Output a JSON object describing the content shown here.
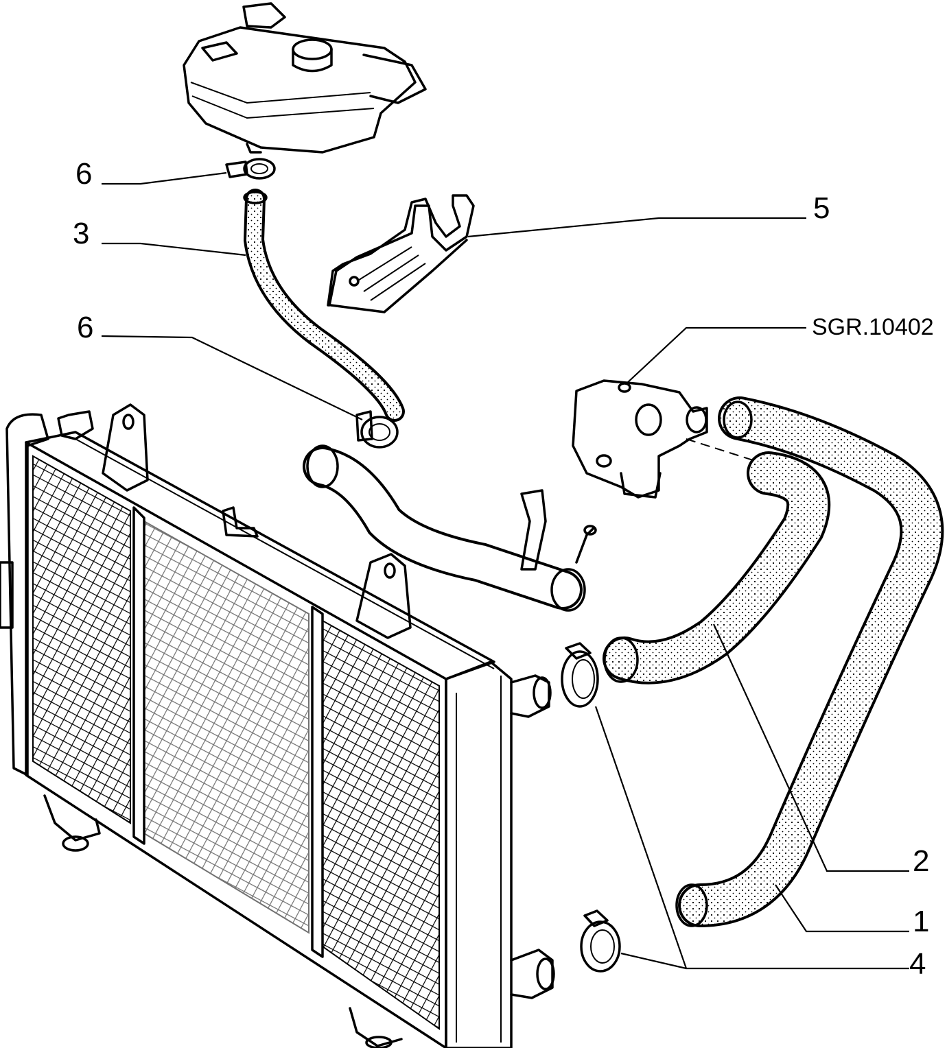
{
  "callouts": [
    {
      "id": "6a",
      "text": "6"
    },
    {
      "id": "3",
      "text": "3"
    },
    {
      "id": "6b",
      "text": "6"
    },
    {
      "id": "5",
      "text": "5"
    },
    {
      "id": "ref",
      "text": "SGR.10402"
    },
    {
      "id": "2",
      "text": "2"
    },
    {
      "id": "1",
      "text": "1"
    },
    {
      "id": "4",
      "text": "4"
    }
  ]
}
